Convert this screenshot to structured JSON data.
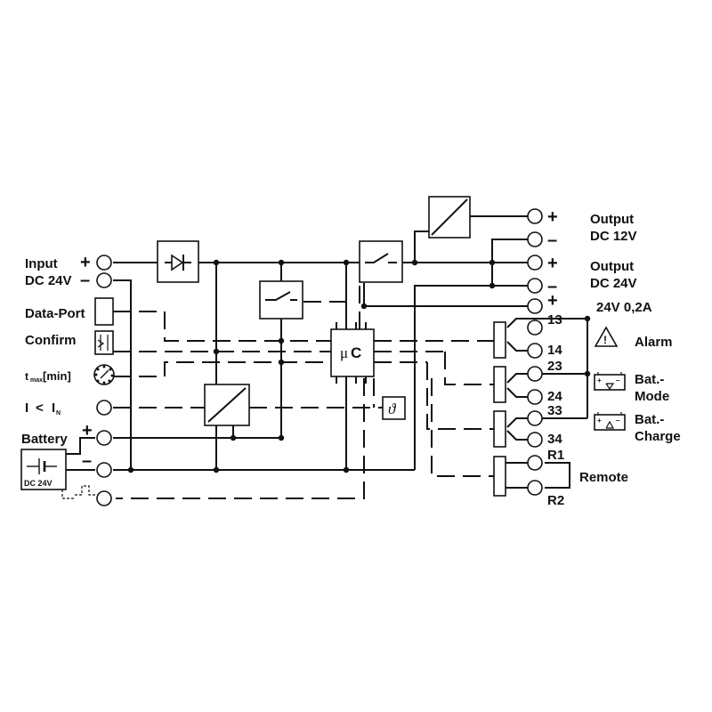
{
  "left": {
    "input": "Input",
    "input_dc": "DC 24V",
    "plus": "+",
    "minus": "–",
    "data_port": "Data-Port",
    "confirm": "Confirm",
    "tmax_t": "t",
    "tmax_sub": "max",
    "tmax_rest": "[min]",
    "i_label": "I",
    "i_lt": "<",
    "i_n": "I",
    "i_sub": "N",
    "battery": "Battery",
    "battery_dc": "DC 24V"
  },
  "blocks": {
    "uc_mu": "μ",
    "uc_c": "C",
    "theta": "ϑ"
  },
  "right": {
    "plus": "+",
    "minus": "–",
    "out12_title": "Output",
    "out12_dc": "DC 12V",
    "out24_title": "Output",
    "out24_dc": "DC 24V",
    "aux": "24V 0,2A",
    "t13": "13",
    "t14": "14",
    "t23": "23",
    "t24": "24",
    "t33": "33",
    "t34": "34",
    "r1": "R1",
    "r2": "R2",
    "alarm": "Alarm",
    "alarm_icon": "!",
    "batmode_1": "Bat.-",
    "batmode_2": "Mode",
    "batcharge_1": "Bat.-",
    "batcharge_2": "Charge",
    "remote": "Remote"
  }
}
